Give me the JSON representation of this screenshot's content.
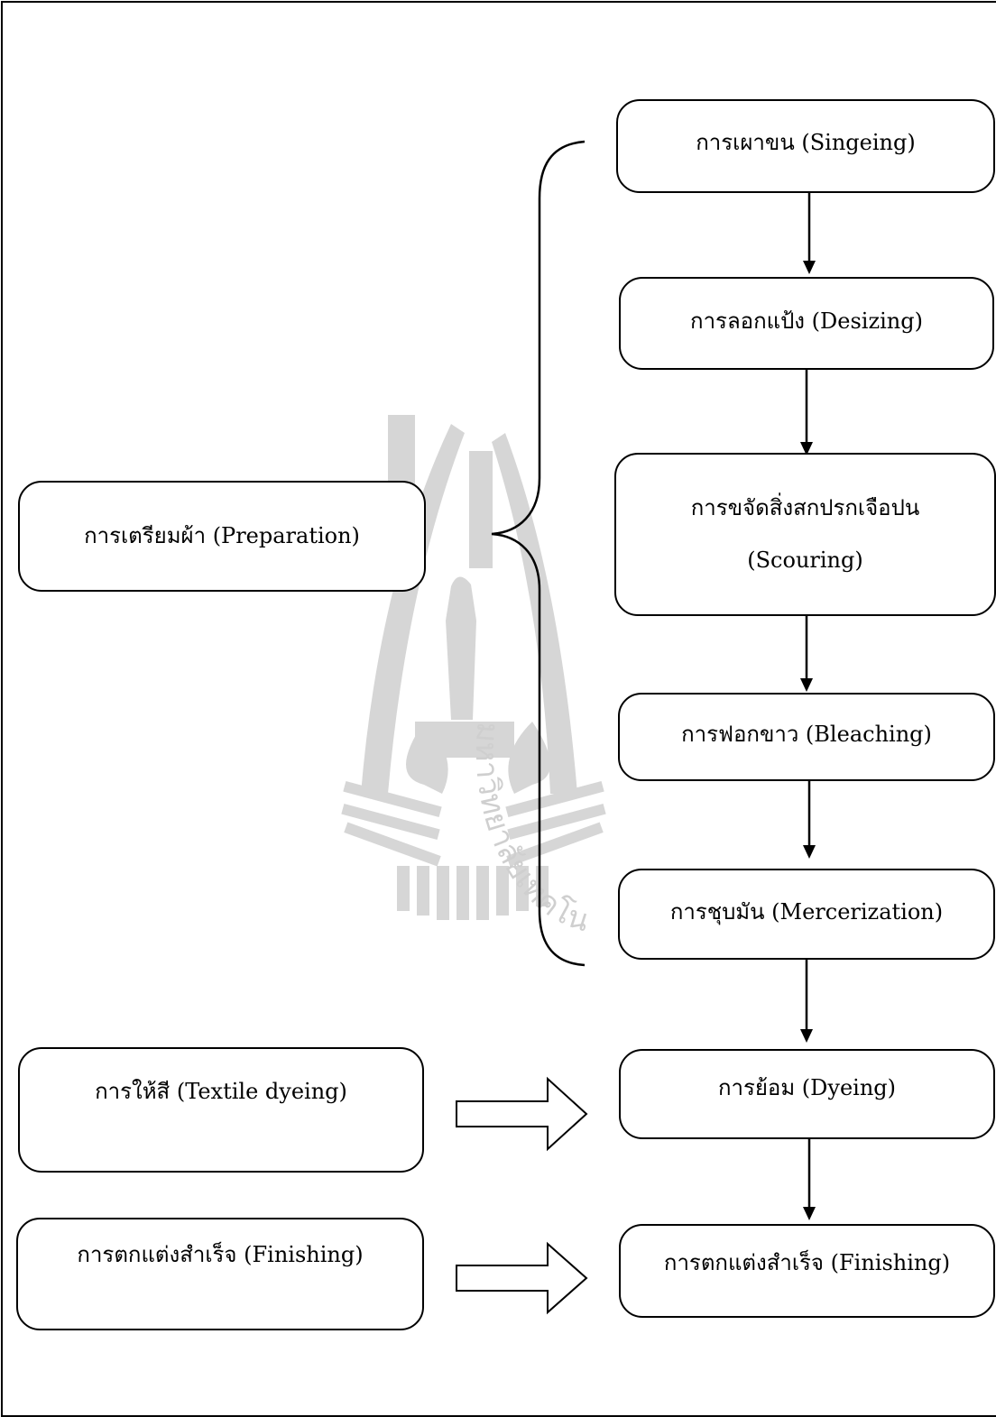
{
  "left_boxes": {
    "preparation": "การเตรียมผ้า (Preparation)",
    "textile_dyeing": "การให้สี (Textile dyeing)",
    "finishing": "การตกแต่งสำเร็จ (Finishing)"
  },
  "steps": {
    "singeing": "การเผาขน (Singeing)",
    "desizing": "การลอกแป้ง (Desizing)",
    "scouring_line1": "การขจัดสิ่งสกปรกเจือปน",
    "scouring_line2": "(Scouring)",
    "bleaching": "การฟอกขาว (Bleaching)",
    "mercerization": "การชุบมัน (Mercerization)",
    "dyeing": "การย้อม (Dyeing)",
    "finishing": "การตกแต่งสำเร็จ (Finishing)"
  },
  "watermark": {
    "text": "มหาวิทยาลัยเทคโนโลยีสุรนารี",
    "color": "#d9d9d9"
  }
}
